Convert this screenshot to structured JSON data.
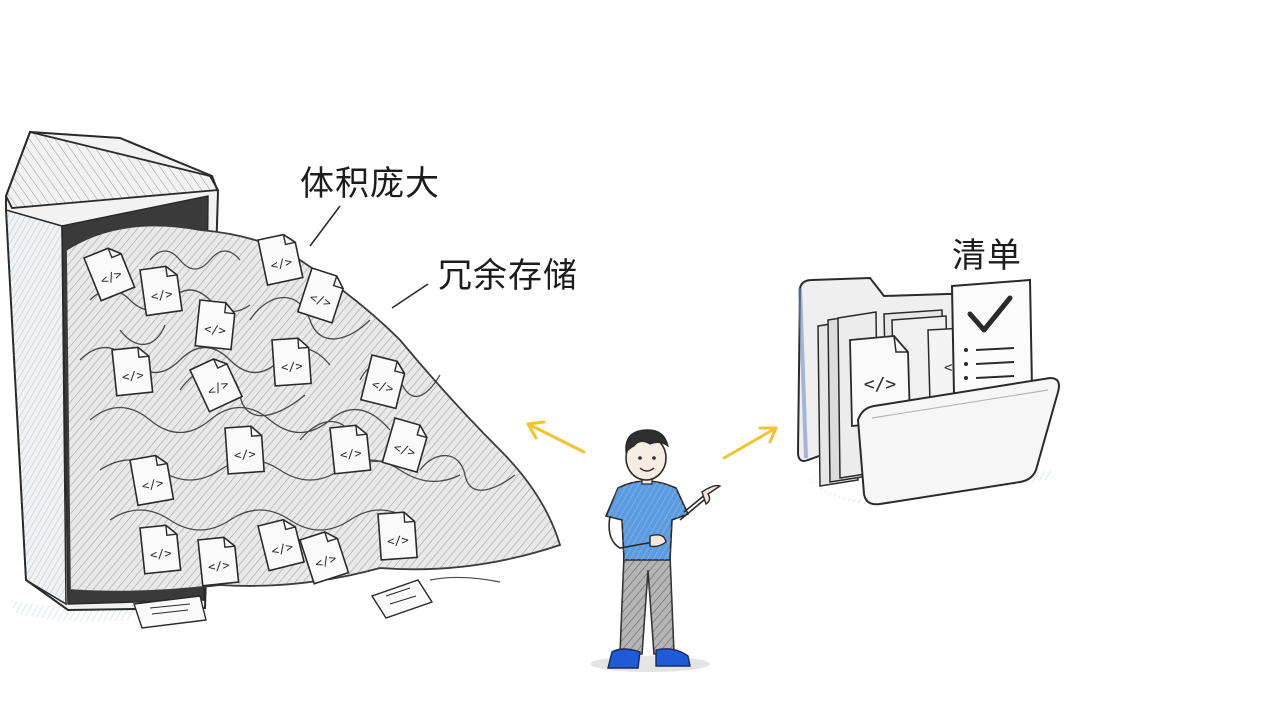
{
  "labels": {
    "bulky": "体积庞大",
    "redundant": "冗余存储",
    "checklist": "清单"
  },
  "file_code_glyph": "</>",
  "colors": {
    "arrow": "#f1c232",
    "shirt": "#2f80d6",
    "shoes": "#1f5bd6",
    "ink": "#2a2a2a",
    "shadow": "#9fb6d8"
  },
  "icons": [
    "trash-bin-icon",
    "crumpled-paper-pile-icon",
    "code-file-icon",
    "folder-icon",
    "checklist-icon",
    "person-icon",
    "arrow-icon"
  ]
}
